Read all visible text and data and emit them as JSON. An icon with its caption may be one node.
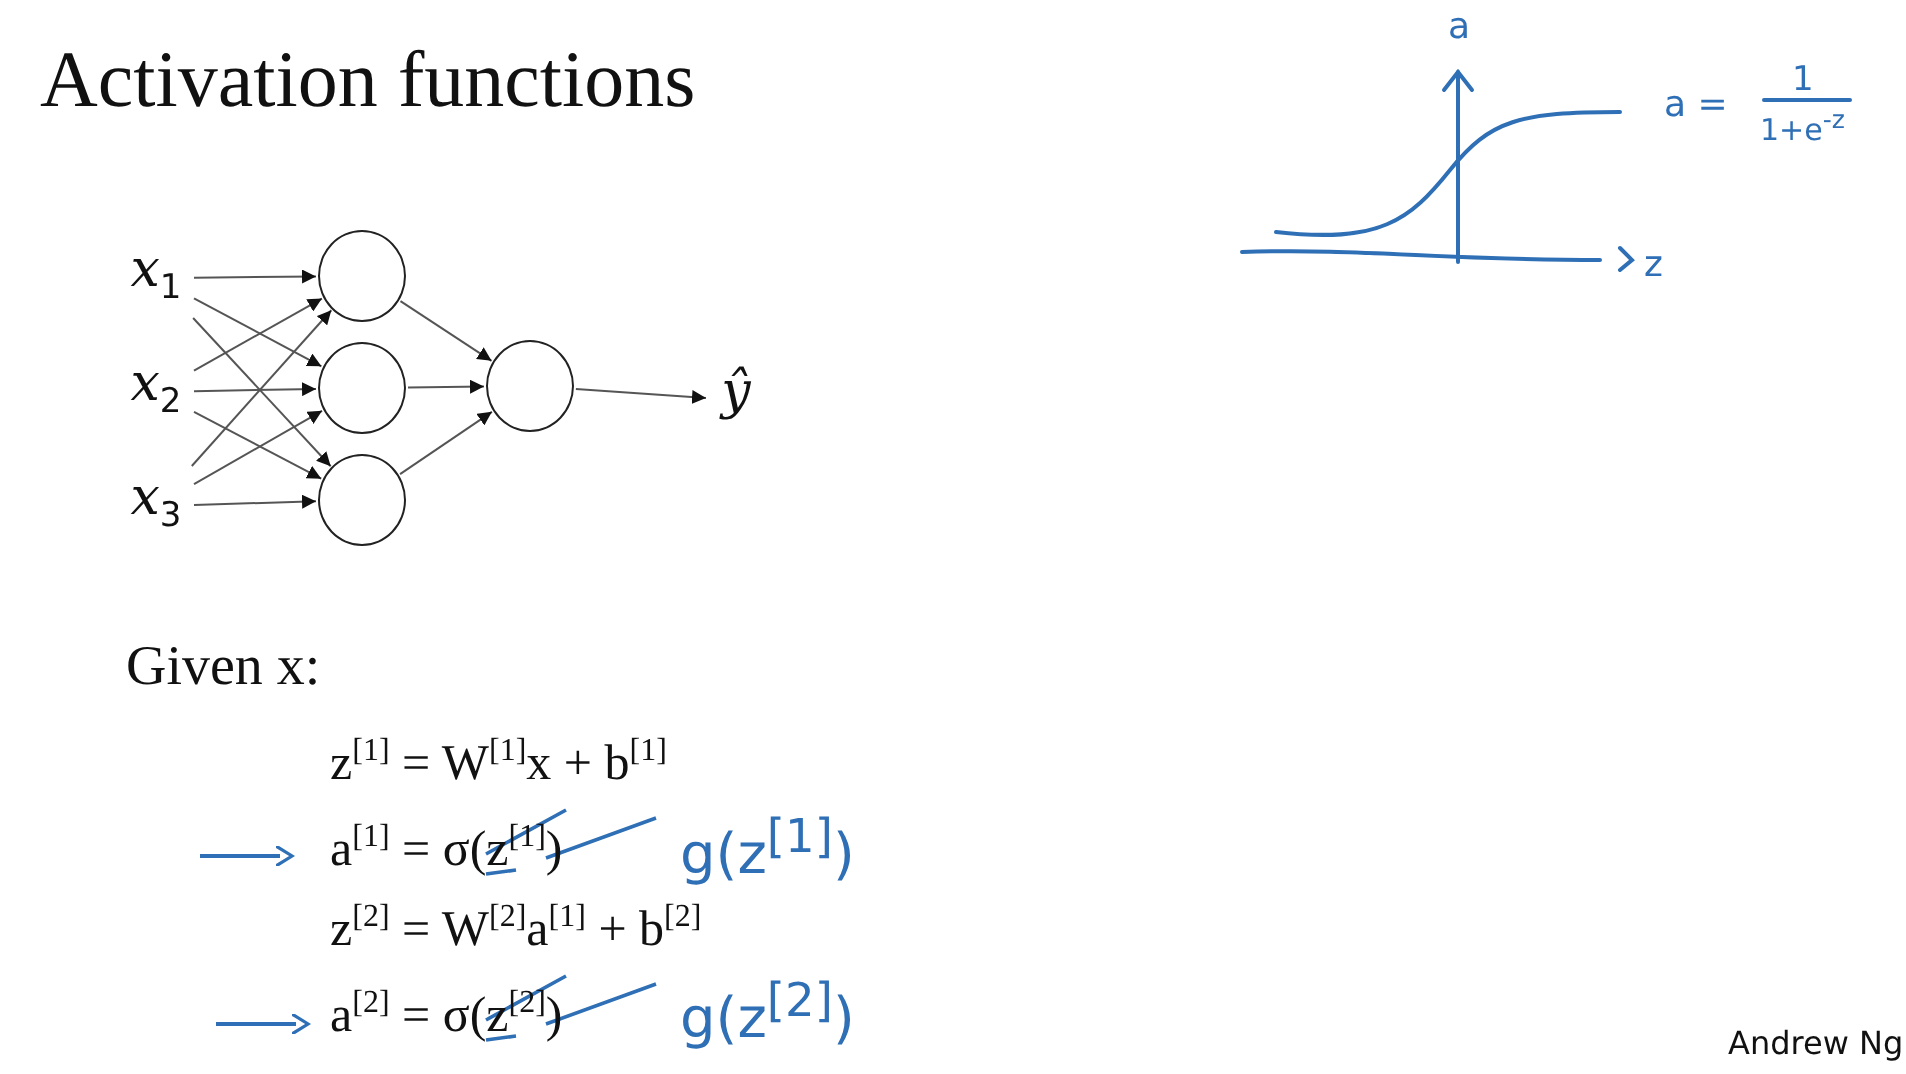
{
  "diagram": {
    "title": "Activation functions",
    "nodes": [
      {
        "text": [
          "x$_{1}$"
        ]
      },
      {
        "text": [
          "x$_{2}$"
        ]
      },
      {
        "text": [
          "x$_{3}$"
        ]
      },
      {
        "text": [],
        "shape": "circle"
      },
      {
        "text": [],
        "shape": "circle"
      },
      {
        "text": [],
        "shape": "circle"
      },
      {
        "text": [],
        "shape": "circle"
      },
      {
        "text": [
          "ŷ"
        ]
      }
    ],
    "edges": [
      {
        "from": 0,
        "to": 3,
        "arrow": "to"
      },
      {
        "from": 0,
        "to": 4,
        "arrow": "to"
      },
      {
        "from": 0,
        "to": 5,
        "arrow": "to"
      },
      {
        "from": 1,
        "to": 3,
        "arrow": "to"
      },
      {
        "from": 1,
        "to": 4,
        "arrow": "to"
      },
      {
        "from": 1,
        "to": 5,
        "arrow": "to"
      },
      {
        "from": 2,
        "to": 3,
        "arrow": "to"
      },
      {
        "from": 2,
        "to": 4,
        "arrow": "to"
      },
      {
        "from": 2,
        "to": 5,
        "arrow": "to"
      },
      {
        "from": 3,
        "to": 6,
        "arrow": "to"
      },
      {
        "from": 4,
        "to": 6,
        "arrow": "to"
      },
      {
        "from": 5,
        "to": 6,
        "arrow": "to"
      },
      {
        "from": 6,
        "to": 7,
        "arrow": "to"
      }
    ],
    "labels": [
      "a",
      "a =",
      "1",
      "1+e$^{-z}$",
      "z",
      "Given x:",
      "z$^{[1]}$ = W$^{[1]}$x + b$^{[1]}$",
      "a$^{[1]}$ = σ(z$^{[1]}$)",
      "g(z$^{[1]}$)",
      "z$^{[2]}$ = W$^{[2]}$a$^{[1]}$ + b$^{[2]}$",
      "a$^{[2]}$ = σ(z$^{[2]}$)",
      "g(z$^{[2]}$)",
      "Andrew Ng"
    ]
  }
}
